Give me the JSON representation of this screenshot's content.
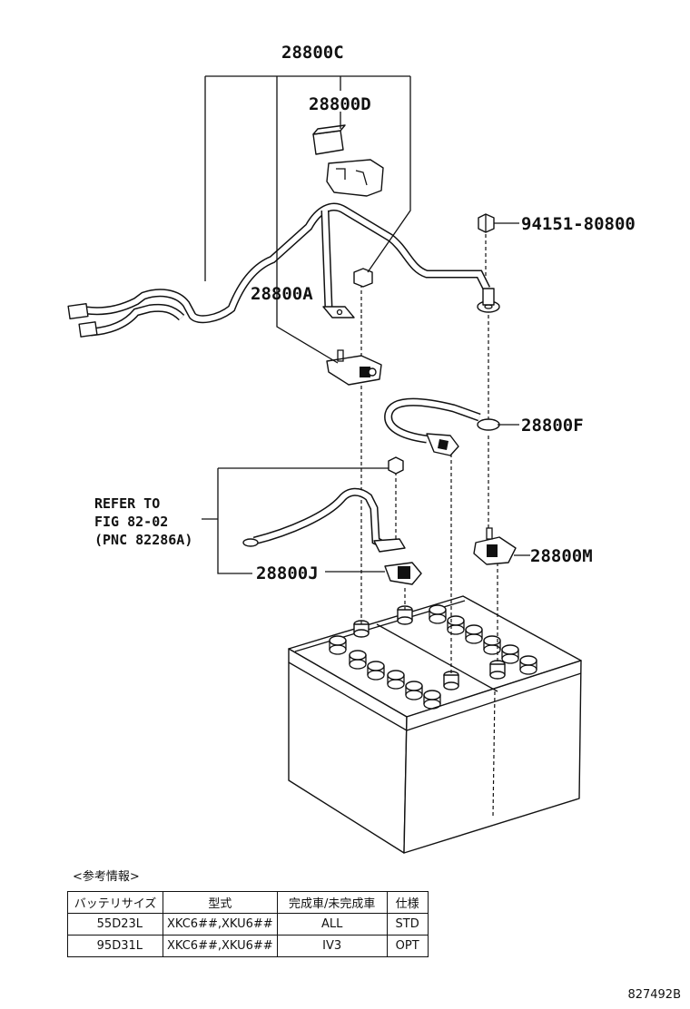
{
  "parts": {
    "c": "28800C",
    "d": "28800D",
    "a": "28800A",
    "f": "28800F",
    "m": "28800M",
    "j": "28800J",
    "nut": "94151-80800"
  },
  "reference": {
    "line1": "REFER TO",
    "line2": "FIG 82-02",
    "line3": "(PNC 82286A)"
  },
  "info": {
    "title": "<参考情報>",
    "headers": [
      "バッテリサイズ",
      "型式",
      "完成車/未完成車",
      "仕様"
    ],
    "rows": [
      [
        "55D23L",
        "XKC6##,XKU6##",
        "ALL",
        "STD"
      ],
      [
        "95D31L",
        "XKC6##,XKU6##",
        "IV3",
        "OPT"
      ]
    ]
  },
  "diagram_id": "827492B"
}
